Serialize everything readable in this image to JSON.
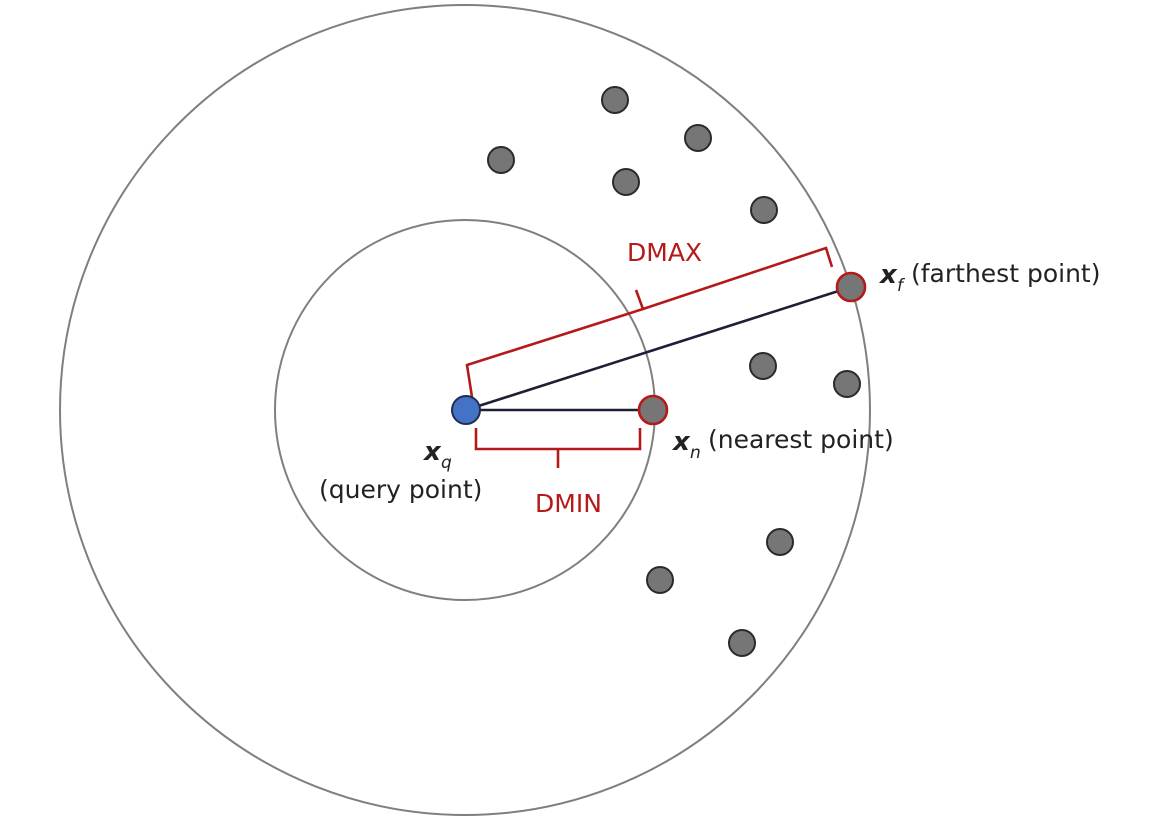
{
  "labels": {
    "query": {
      "var": "x",
      "sub": "q",
      "caption": "(query point)"
    },
    "nearest": {
      "var": "x",
      "sub": "n",
      "caption": "(nearest point)"
    },
    "farthest": {
      "var": "x",
      "sub": "f",
      "caption": "(farthest point)"
    },
    "dmin": "DMIN",
    "dmax": "DMAX"
  },
  "colors": {
    "query_point": "#4472c4",
    "data_point": "#767676",
    "highlight": "#b51a1a",
    "ring": "#7f7f7f",
    "connector": "#1c1f36"
  }
}
